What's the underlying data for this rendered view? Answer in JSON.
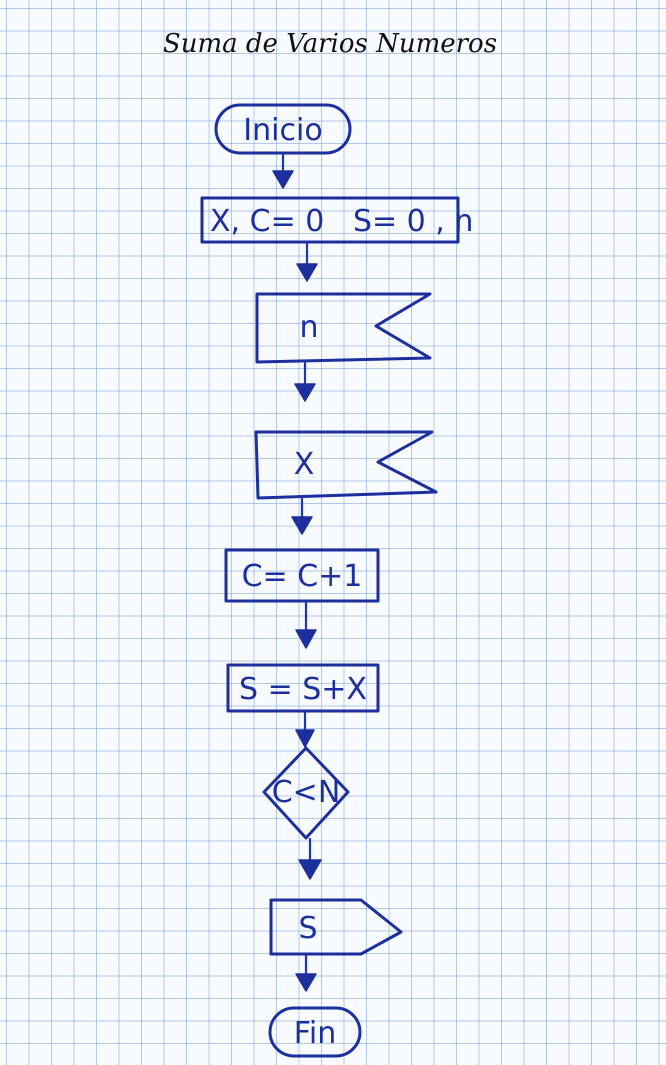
{
  "title": "Suma de Varios Numeros",
  "colors": {
    "ink": "#1d2f9e",
    "grid": "#78a0d7",
    "paper": "#f7fbff"
  },
  "nodes": {
    "start": "Inicio",
    "init": "X, C= 0   S= 0 , n",
    "input_n": "n",
    "input_x": "X",
    "count": "C= C+1",
    "sum": "S = S+X",
    "decision": "C<N",
    "output": "S",
    "end": "Fin"
  }
}
